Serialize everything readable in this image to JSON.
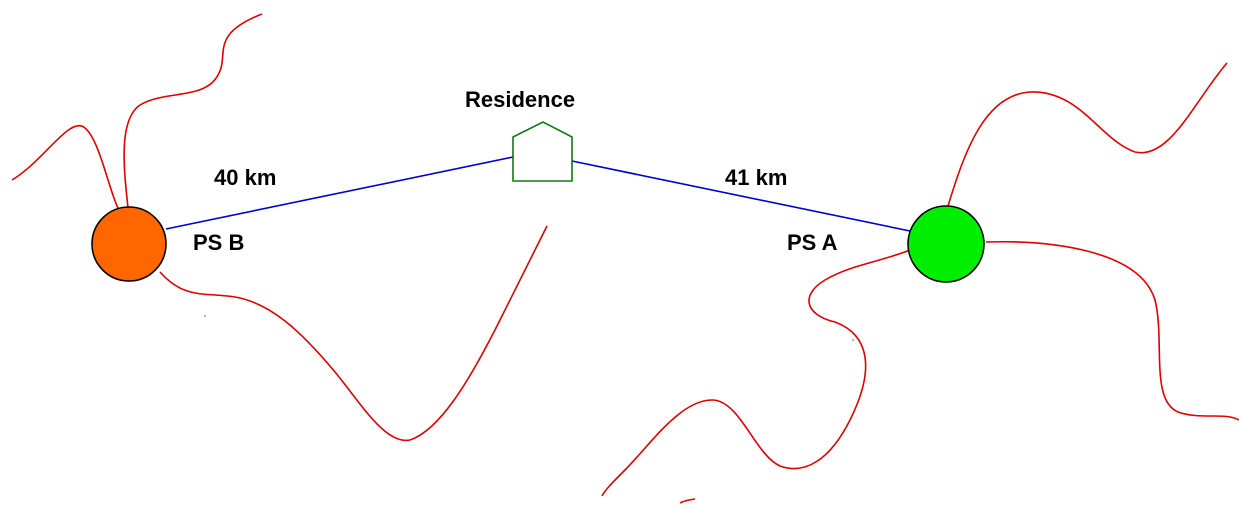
{
  "labels": {
    "residence": "Residence",
    "distance_b": "40 km",
    "distance_a": "41 km",
    "station_b": "PS B",
    "station_a": "PS A"
  },
  "colors": {
    "station_b_fill": "#ff6600",
    "station_a_fill": "#00ee00",
    "link_line": "#0000cc",
    "road_line": "#dd0000",
    "residence_outline": "#117711"
  },
  "icons": {
    "residence": "house-outline-icon",
    "station": "circle"
  }
}
